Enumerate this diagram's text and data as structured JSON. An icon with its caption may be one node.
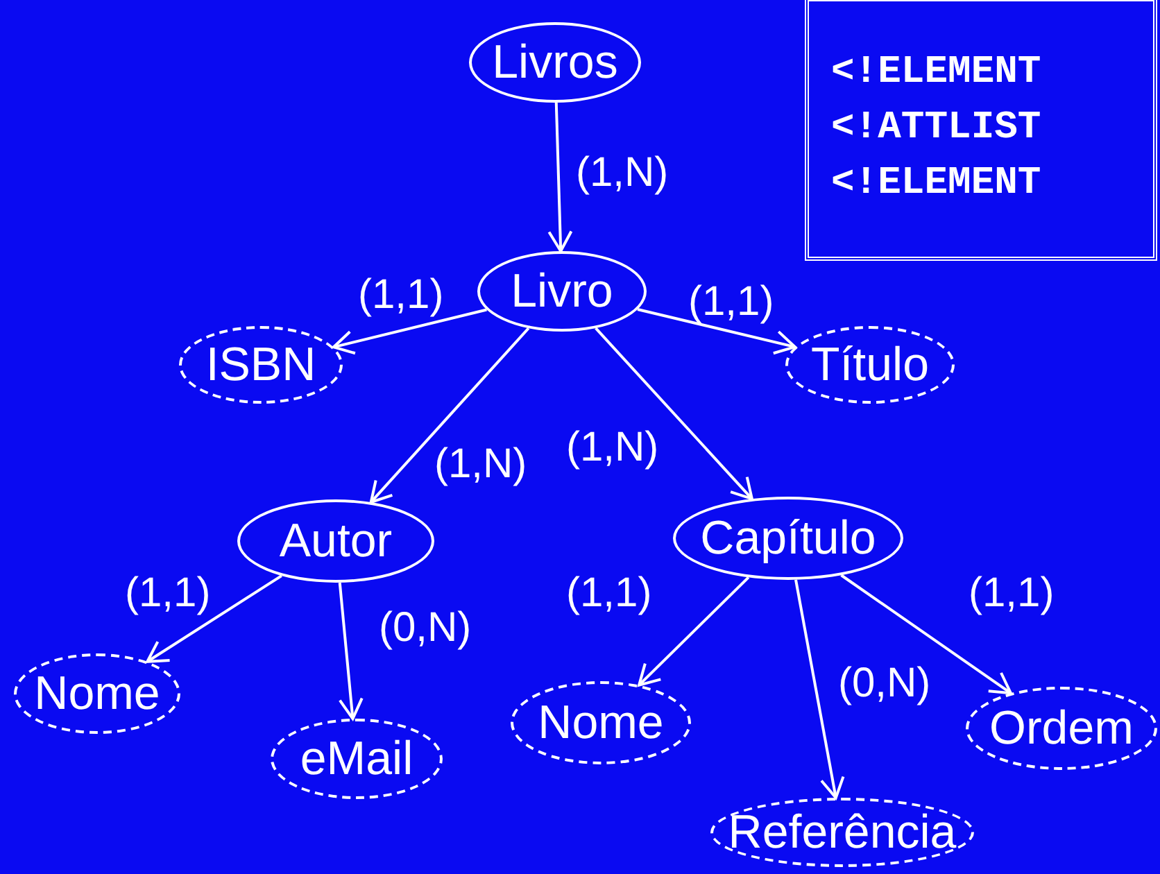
{
  "diagram": {
    "nodes": [
      {
        "text": [
          "Livros"
        ]
      },
      {
        "text": [
          "Livro"
        ]
      },
      {
        "text": [
          "ISBN"
        ]
      },
      {
        "text": [
          "Título"
        ]
      },
      {
        "text": [
          "Autor"
        ]
      },
      {
        "text": [
          "Capítulo"
        ]
      },
      {
        "text": [
          "Nome"
        ]
      },
      {
        "text": [
          "eMail"
        ]
      },
      {
        "text": [
          "Nome"
        ]
      },
      {
        "text": [
          "Referência"
        ]
      },
      {
        "text": [
          "Ordem"
        ]
      },
      {
        "text": [
          "<!ELEMENT",
          "<!ATTLIST",
          "<!ELEMENT"
        ]
      }
    ],
    "edges": [
      {
        "from": 0,
        "to": 1,
        "arrow": "to",
        "label": "(1,N)"
      },
      {
        "from": 1,
        "to": 2,
        "arrow": "to",
        "label": "(1,1)"
      },
      {
        "from": 1,
        "to": 3,
        "arrow": "to",
        "label": "(1,1)"
      },
      {
        "from": 1,
        "to": 4,
        "arrow": "to",
        "label": "(1,N)"
      },
      {
        "from": 1,
        "to": 5,
        "arrow": "to",
        "label": "(1,N)"
      },
      {
        "from": 4,
        "to": 6,
        "arrow": "to",
        "label": "(1,1)"
      },
      {
        "from": 4,
        "to": 7,
        "arrow": "to",
        "label": "(0,N)"
      },
      {
        "from": 5,
        "to": 8,
        "arrow": "to",
        "label": "(1,1)"
      },
      {
        "from": 5,
        "to": 9,
        "arrow": "to",
        "label": "(0,N)"
      },
      {
        "from": 5,
        "to": 10,
        "arrow": "to",
        "label": "(1,1)"
      }
    ]
  }
}
